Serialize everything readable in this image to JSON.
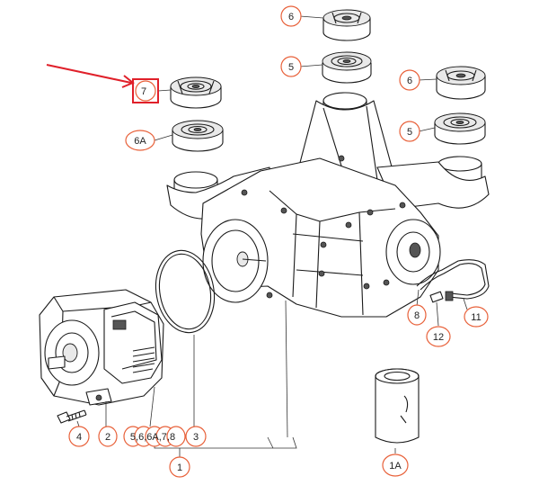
{
  "highlight_color": "#e0202a",
  "callout_color": "#e8613a",
  "callouts": {
    "c6_top": "6",
    "c5_top": "5",
    "c6_right": "6",
    "c5_right": "5",
    "c7": "7",
    "c6a": "6A",
    "c8": "8",
    "c11": "11",
    "c12": "12",
    "c4": "4",
    "c2": "2",
    "c_group": "5,6,6A,7,8",
    "c3": "3",
    "c1": "1",
    "c1a": "1A"
  }
}
